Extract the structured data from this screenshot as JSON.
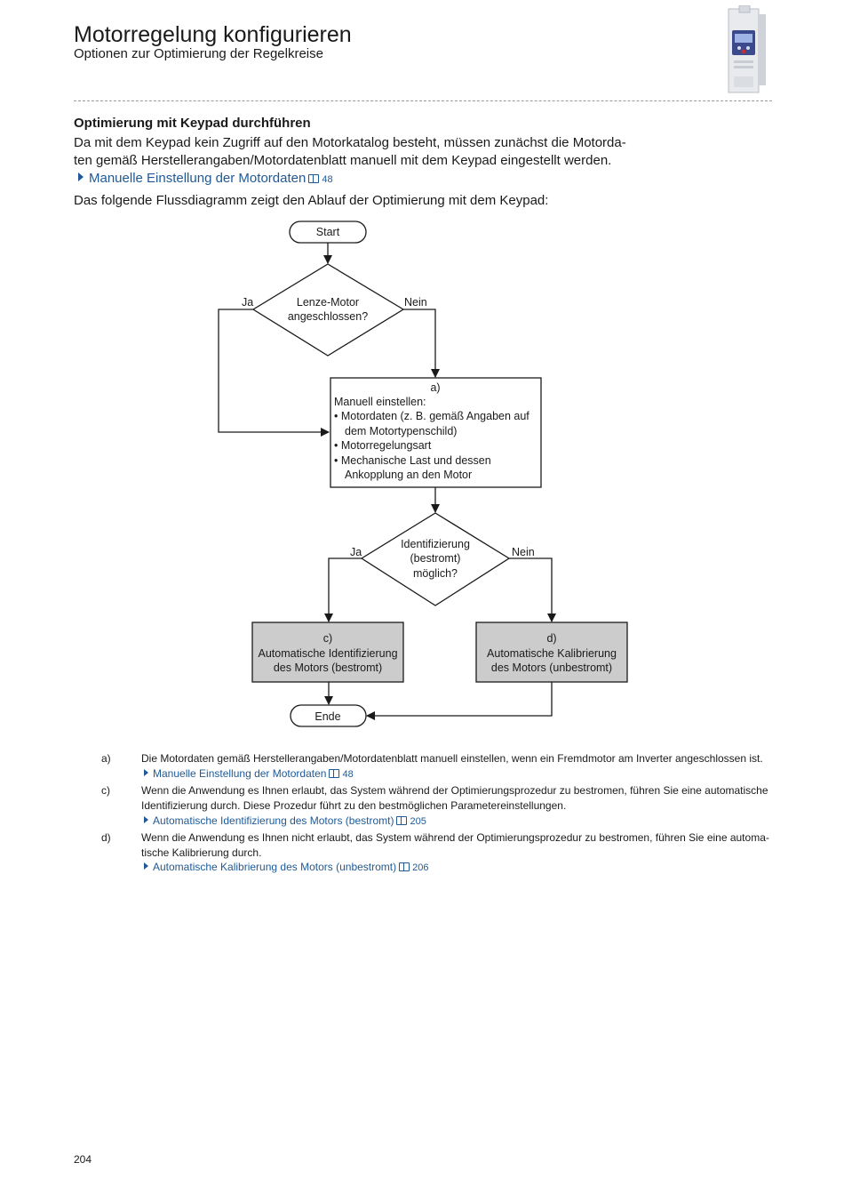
{
  "header": {
    "title": "Motorregelung konfigurieren",
    "subtitle": "Optionen zur Optimierung der Regelkreise"
  },
  "section": {
    "heading": "Optimierung mit Keypad durchführen",
    "intro": "Da mit dem Keypad kein Zugriff auf den Motorkatalog besteht, müssen zunächst die Motordaten gemäß Herstellerangaben/Motordatenblatt manuell mit dem Keypad eingestellt werden.",
    "intro_line1": "Da mit dem Keypad kein Zugriff auf den Motorkatalog besteht, müssen zunächst die Motorda-",
    "intro_line2": "ten gemäß Herstellerangaben/Motordatenblatt manuell mit dem Keypad eingestellt werden.",
    "link_label": "Manuelle Einstellung der Motordaten",
    "link_page": "48",
    "flow_intro": "Das folgende Flussdiagramm zeigt den Ablauf der Optimierung mit dem Keypad:"
  },
  "flowchart": {
    "start": "Start",
    "decision1": [
      "Lenze-Motor",
      "angeschlossen?"
    ],
    "decision1_yes": "Ja",
    "decision1_no": "Nein",
    "box_a_label": "a)",
    "box_a_lines": [
      "Manuell einstellen:",
      "• Motordaten (z. B. gemäß Angaben auf",
      "dem Motortypenschild)",
      "• Motorregelungsart",
      "• Mechanische Last und dessen",
      "Ankopplung an den Motor"
    ],
    "decision2": [
      "Identifizierung",
      "(bestromt)",
      "möglich?"
    ],
    "decision2_yes": "Ja",
    "decision2_no": "Nein",
    "box_c": [
      "c)",
      "Automatische Identifizierung",
      "des Motors (bestromt)"
    ],
    "box_d": [
      "d)",
      "Automatische Kalibrierung",
      "des Motors (unbestromt)"
    ],
    "end": "Ende",
    "colors": {
      "process_fill": "#cccccc",
      "line": "#1a1a1a"
    }
  },
  "notes": [
    {
      "letter": "a)",
      "lines": [
        "Die Motordaten gemäß Herstellerangaben/Motordatenblatt manuell einstellen, wenn ein Fremdmotor am Inverter angeschlossen ist."
      ],
      "link": "Manuelle Einstellung der Motordaten",
      "page": "48"
    },
    {
      "letter": "c)",
      "lines": [
        "Wenn die Anwendung es Ihnen erlaubt, das System während der Optimierungsprozedur zu bestromen, führen Sie eine automatische",
        "Identifizierung durch. Diese Prozedur führt zu den bestmöglichen Parametereinstellungen."
      ],
      "link": "Automatische Identifizierung des Motors (bestromt)",
      "page": "205"
    },
    {
      "letter": "d)",
      "lines": [
        "Wenn die Anwendung es Ihnen nicht erlaubt, das System während der Optimierungsprozedur zu bestromen, führen Sie eine automa-",
        "tische Kalibrierung durch."
      ],
      "link": "Automatische Kalibrierung des Motors (unbestromt)",
      "page": "206"
    }
  ],
  "footer": {
    "page_number": "204"
  },
  "colors": {
    "link": "#1f5a96",
    "text": "#1a1a1a",
    "divider": "#9a9a9a"
  }
}
